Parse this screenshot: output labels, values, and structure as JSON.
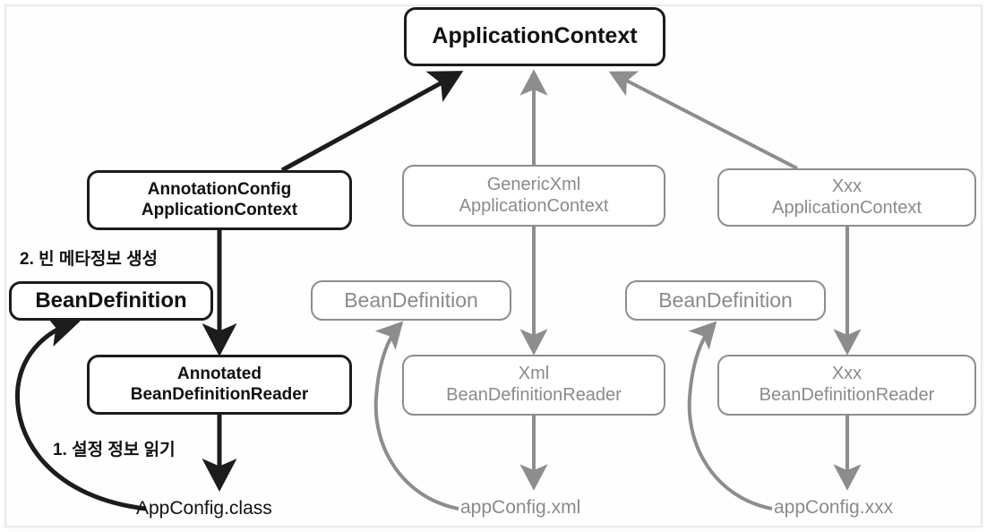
{
  "diagram": {
    "title": "ApplicationContext implementations and BeanDefinition readers",
    "colors": {
      "dark": "#111111",
      "gray": "#8a8a8a",
      "dark_border": "#1c1c1c",
      "gray_border": "#8d8d8d",
      "background": "#ffffff",
      "frame_border": "#e3e3e3"
    },
    "root": {
      "label": "ApplicationContext"
    },
    "branches": {
      "left": {
        "context": "AnnotationConfig\nApplicationContext",
        "bean_definition": "BeanDefinition",
        "reader": "Annotated\nBeanDefinitionReader",
        "config_file": "AppConfig.class",
        "step_1": "1. 설정 정보 읽기",
        "step_2": "2. 빈 메타정보 생성"
      },
      "middle": {
        "context": "GenericXml\nApplicationContext",
        "bean_definition": "BeanDefinition",
        "reader": "Xml\nBeanDefinitionReader",
        "config_file": "appConfig.xml"
      },
      "right": {
        "context": "Xxx\nApplicationContext",
        "bean_definition": "BeanDefinition",
        "reader": "Xxx\nBeanDefinitionReader",
        "config_file": "appConfig.xxx"
      }
    }
  }
}
